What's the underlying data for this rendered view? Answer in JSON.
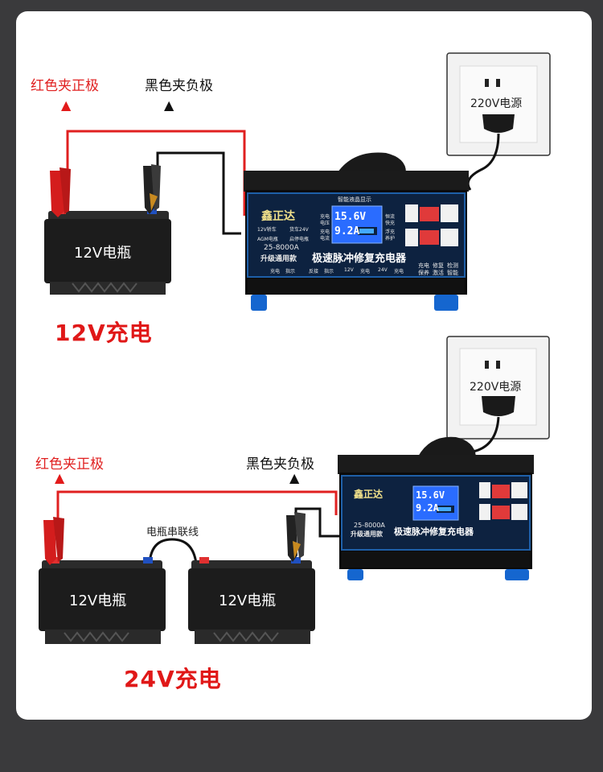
{
  "diagram1": {
    "red_clip_label": "红色夹正极",
    "black_clip_label": "黑色夹负极",
    "battery_label": "12V电瓶",
    "mode_label": "12V充电",
    "socket_label": "220V电源"
  },
  "diagram2": {
    "red_clip_label": "红色夹正极",
    "black_clip_label": "黑色夹负极",
    "battery1_label": "12V电瓶",
    "battery2_label": "12V电瓶",
    "series_cable_label": "电瓶串联线",
    "mode_label": "24V充电",
    "socket_label": "220V电源"
  },
  "charger": {
    "brand": "鑫正达",
    "lcd_header": "智能液晶显示",
    "lcd_voltage": "15.6V",
    "lcd_current": "9.2A",
    "model": "25-8000A",
    "subtitle": "升级通用款",
    "title": "极速脉冲修复充电器",
    "feature_1": "12V轿车",
    "feature_2": "货车24V",
    "feature_3": "AGM电瓶",
    "feature_4": "启停电瓶",
    "left_label_1": "充电",
    "left_label_2": "电压",
    "left_label_3": "充电",
    "left_label_4": "电流",
    "right_label_1": "恒流",
    "right_label_2": "快充",
    "right_label_3": "浮充",
    "right_label_4": "养护",
    "func_1": "充电",
    "func_2": "修复",
    "func_3": "检测",
    "func_4": "保养",
    "func_5": "激活",
    "func_6": "智能",
    "bottom_1": "充电",
    "bottom_2": "指示",
    "bottom_3": "反接",
    "bottom_4": "指示",
    "bottom_5": "12V",
    "bottom_6": "充电",
    "bottom_7": "24V",
    "bottom_8": "充电"
  },
  "colors": {
    "positive_wire": "#e02020",
    "negative_wire": "#111111",
    "mode_text": "#e01818",
    "lcd": "#2a6cff"
  }
}
